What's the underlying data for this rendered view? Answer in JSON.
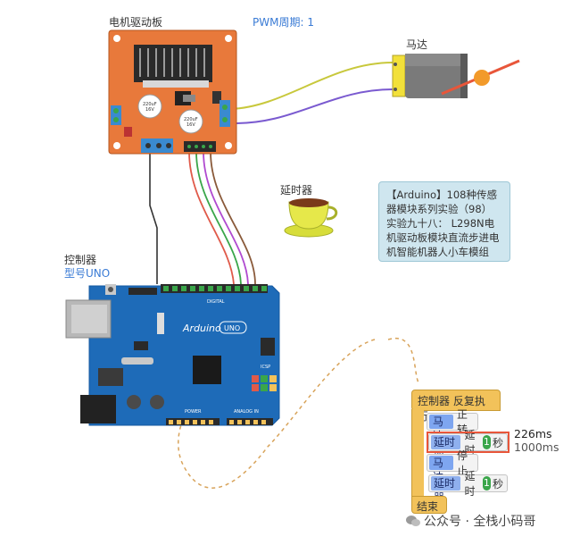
{
  "labels": {
    "driver_board": "电机驱动板",
    "pwm_period": "PWM周期: 1",
    "motor": "马达",
    "delay": "延时器",
    "controller": "控制器",
    "controller_model": "型号UNO"
  },
  "board_text": {
    "cap1": "220uF",
    "cap1_v": "16V",
    "cap2": "220uF",
    "cap2_v": "16V",
    "arduino_brand": "Arduino",
    "arduino_model": "UNO",
    "digital": "DIGITAL",
    "analog": "ANALOG IN",
    "power": "POWER",
    "icsp": "ICSP"
  },
  "note_lines": [
    "【Arduino】108种传感",
    "器模块系列实验（98）",
    "实验九十八： L298N电",
    "机驱动板模块直流步进电",
    "机智能机器人小车模组"
  ],
  "program": {
    "header_ctrl": "控制器",
    "header_repeat": "反复执行",
    "row1_tag": "马达",
    "row1_action": "正转",
    "row2_tag": "延时器",
    "row2_label": "延时",
    "row2_value": "1",
    "row2_unit": "秒",
    "row3_tag": "马达",
    "row3_action": "停止",
    "row4_tag": "延时器",
    "row4_label": "延时",
    "row4_value": "1",
    "row4_unit": "秒",
    "end": "结束",
    "timer_current": "226ms",
    "timer_total": "1000ms"
  },
  "watermark": "公众号 · 全栈小码哥",
  "colors": {
    "board_orange": "#e8793b",
    "arduino_blue": "#1e6bb8",
    "highlight": "#e8563a",
    "block_yellow": "#f2c25a",
    "wire_yellow": "#c8c83c",
    "wire_purple": "#7a5ad0"
  }
}
